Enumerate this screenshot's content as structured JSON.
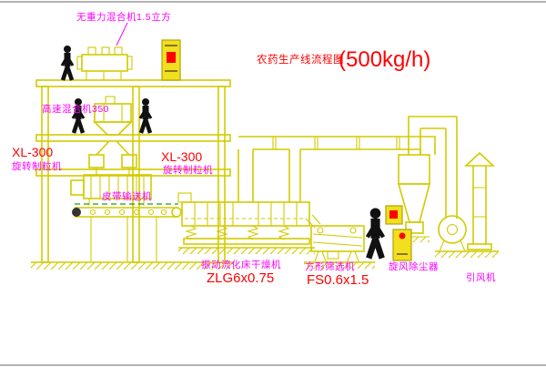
{
  "title": {
    "main": "农药生产线流程图",
    "capacity": "(500kg/h)"
  },
  "labels": {
    "gravity_mixer": "无重力混合机1.5立方",
    "high_speed_mixer": "高速混合机350",
    "granulator_left": {
      "model": "XL-300",
      "name": "旋转制粒机"
    },
    "granulator_center": {
      "model": "XL-300",
      "name": "旋转制粒机"
    },
    "belt_conveyor": "皮带输送机",
    "fluid_bed_dryer": {
      "name": "振动流化床干燥机",
      "model": "ZLG6x0.75"
    },
    "square_sieve": {
      "name": "方形筛选机",
      "model": "FS0.6x1.5"
    },
    "cyclone": "旋风除尘器",
    "induced_draft_fan": "引风机"
  },
  "colors": {
    "line-yellow": "#d2cb00",
    "label-magenta": "#ff00ff",
    "label-red": "#fe0000",
    "panel-yellow": "#f2df1f",
    "panel-border": "#b1a400",
    "belt-green": "#1ba11b",
    "figure-ink": "#111111",
    "background": "#ffffff"
  }
}
